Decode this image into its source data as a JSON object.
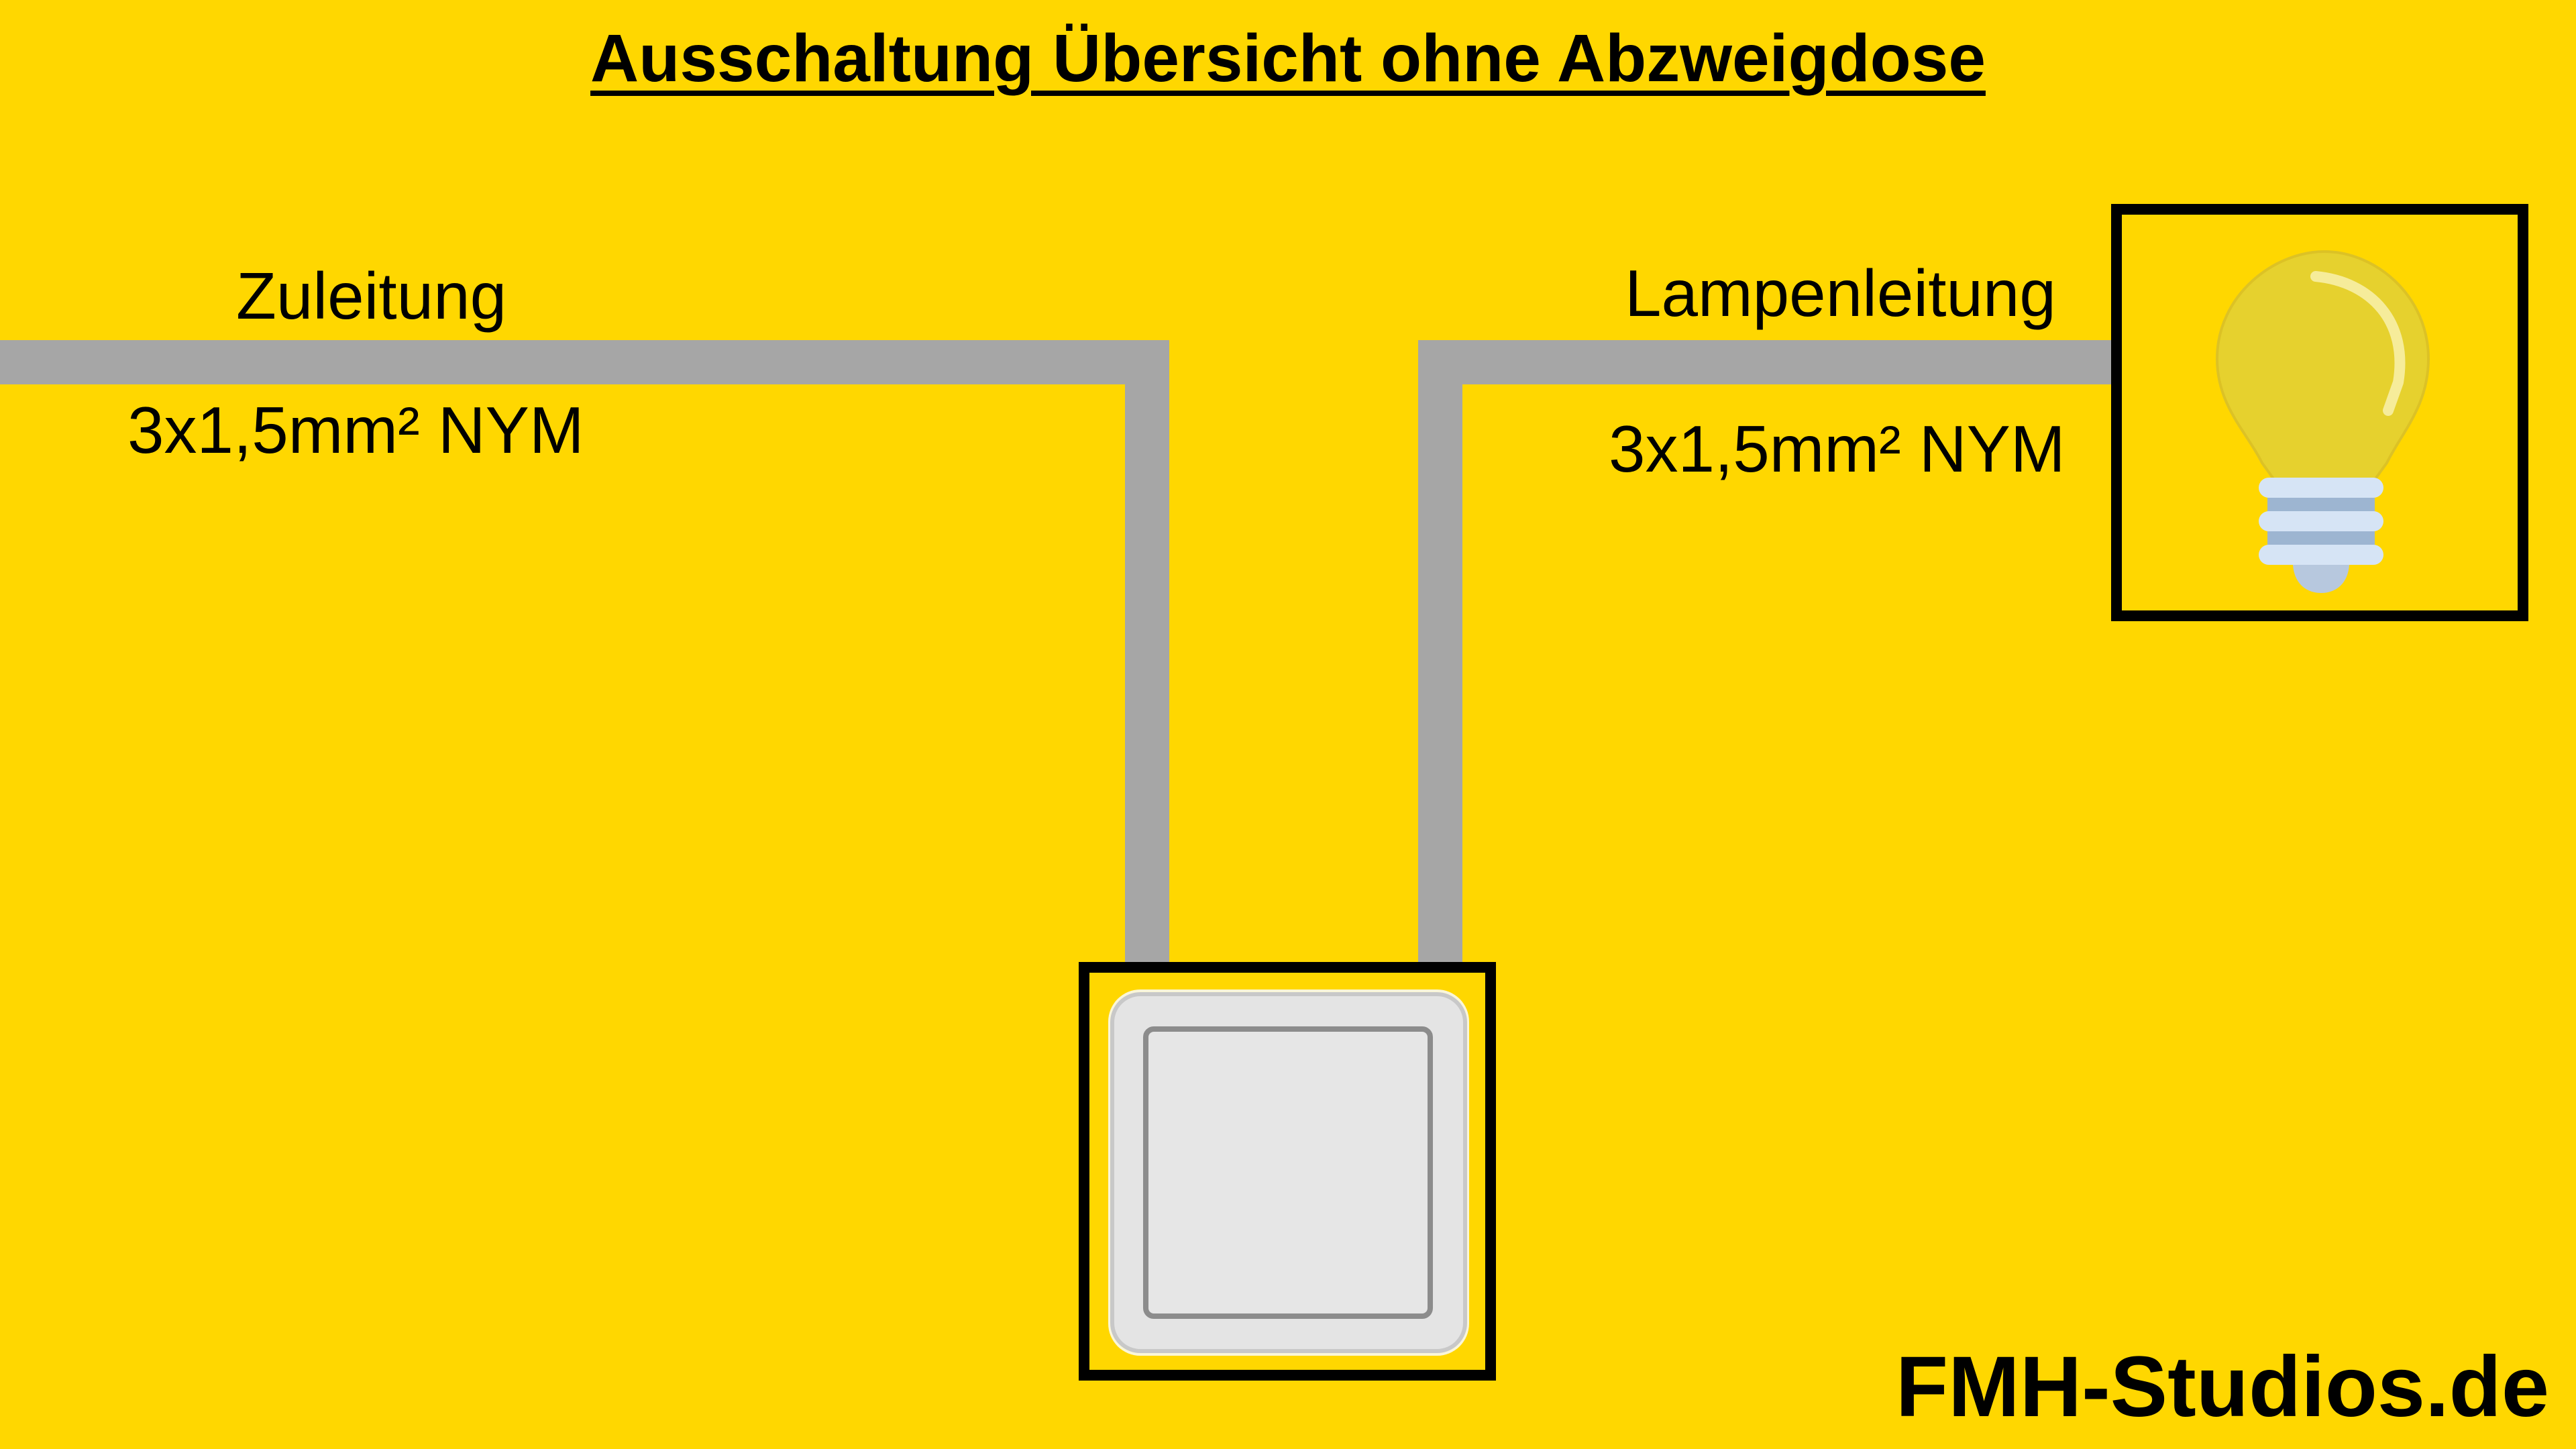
{
  "title": "Ausschaltung Übersicht ohne Abzweigdose",
  "supply_line": {
    "label": "Zuleitung",
    "cable": "3x1,5mm² NYM"
  },
  "lamp_line": {
    "label": "Lampenleitung",
    "cable": "3x1,5mm² NYM"
  },
  "brand": "FMH-Studios.de",
  "icons": {
    "lamp": "light-bulb-icon",
    "switch": "light-switch-icon"
  },
  "colors": {
    "background": "#FFD700",
    "wire": "#A6A6A6",
    "frame": "#000000",
    "bulb": "#E6D12E"
  }
}
